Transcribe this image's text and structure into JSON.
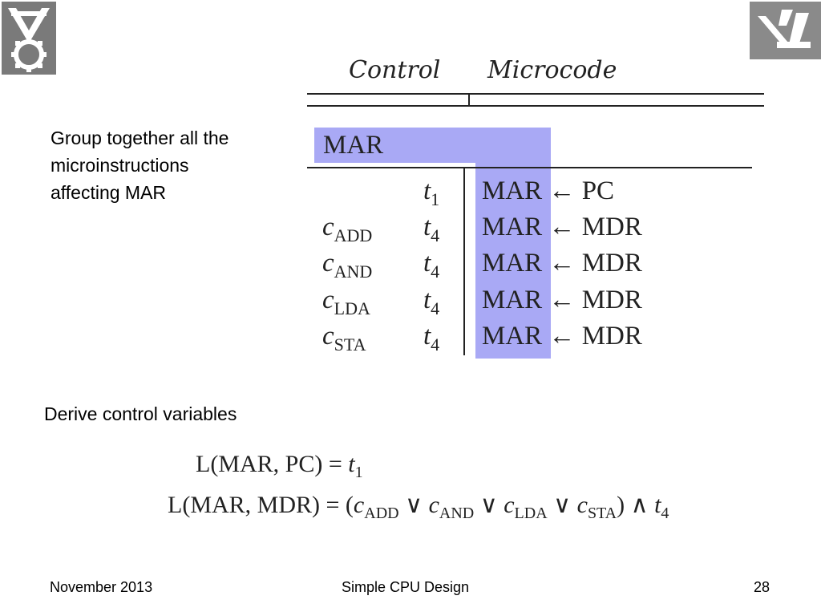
{
  "note1": [
    "Group together all the",
    "microinstructions",
    "affecting MAR"
  ],
  "note2": "Derive control variables",
  "table": {
    "header_control": "Control",
    "header_microcode": "Microcode",
    "group_label": "MAR",
    "rows": [
      {
        "c": "",
        "c_sub": "",
        "t": "t",
        "t_sub": "1",
        "dest": "MAR",
        "arrow": "←",
        "src": "PC"
      },
      {
        "c": "c",
        "c_sub": "ADD",
        "t": "t",
        "t_sub": "4",
        "dest": "MAR",
        "arrow": "←",
        "src": "MDR"
      },
      {
        "c": "c",
        "c_sub": "AND",
        "t": "t",
        "t_sub": "4",
        "dest": "MAR",
        "arrow": "←",
        "src": "MDR"
      },
      {
        "c": "c",
        "c_sub": "LDA",
        "t": "t",
        "t_sub": "4",
        "dest": "MAR",
        "arrow": "←",
        "src": "MDR"
      },
      {
        "c": "c",
        "c_sub": "STA",
        "t": "t",
        "t_sub": "4",
        "dest": "MAR",
        "arrow": "←",
        "src": "MDR"
      }
    ]
  },
  "equations": {
    "eq1": {
      "lhs": "L(MAR, PC) = ",
      "rhs_var": "t",
      "rhs_sub": "1"
    },
    "eq2": {
      "lhs": "L(MAR, MDR) = (",
      "terms": [
        {
          "var": "c",
          "sub": "ADD"
        },
        {
          "var": "c",
          "sub": "AND"
        },
        {
          "var": "c",
          "sub": "LDA"
        },
        {
          "var": "c",
          "sub": "STA"
        }
      ],
      "or_symbol": " ∨ ",
      "close": ") ∧ ",
      "tail_var": "t",
      "tail_sub": "4"
    }
  },
  "footer": {
    "date": "November 2013",
    "title": "Simple CPU Design",
    "page": "28"
  },
  "colors": {
    "highlight": "#a9a9f5"
  }
}
